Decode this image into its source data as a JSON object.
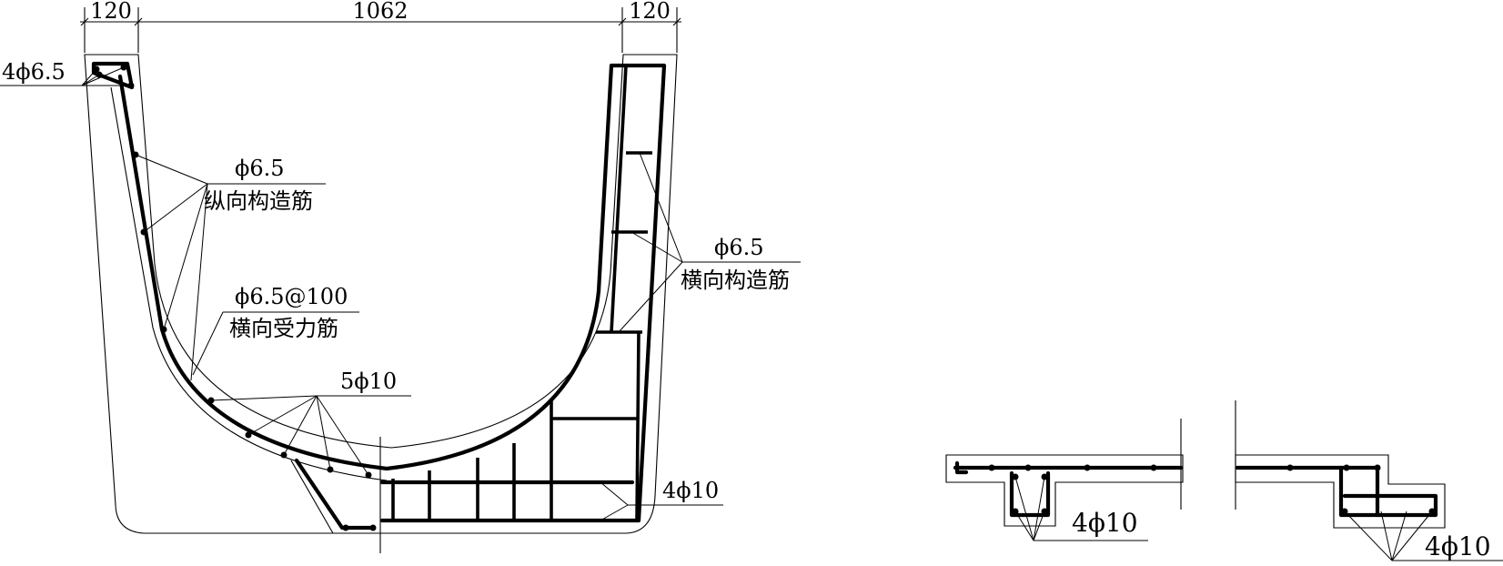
{
  "dimensions": {
    "left_wall": "120",
    "opening": "1062",
    "right_wall": "120"
  },
  "labels": {
    "corner_bars": "4ϕ6.5",
    "longitudinal_spec": "ϕ6.5",
    "longitudinal_name": "纵向构造筋",
    "transverse_main_spec": "ϕ6.5@100",
    "transverse_main_name": "横向受力筋",
    "bottom_bars": "5ϕ10",
    "right_transverse_spec": "ϕ6.5",
    "right_transverse_name": "横向构造筋",
    "base_bars": "4ϕ10",
    "detail_left_bars": "4ϕ10",
    "detail_right_bars": "4ϕ10"
  }
}
